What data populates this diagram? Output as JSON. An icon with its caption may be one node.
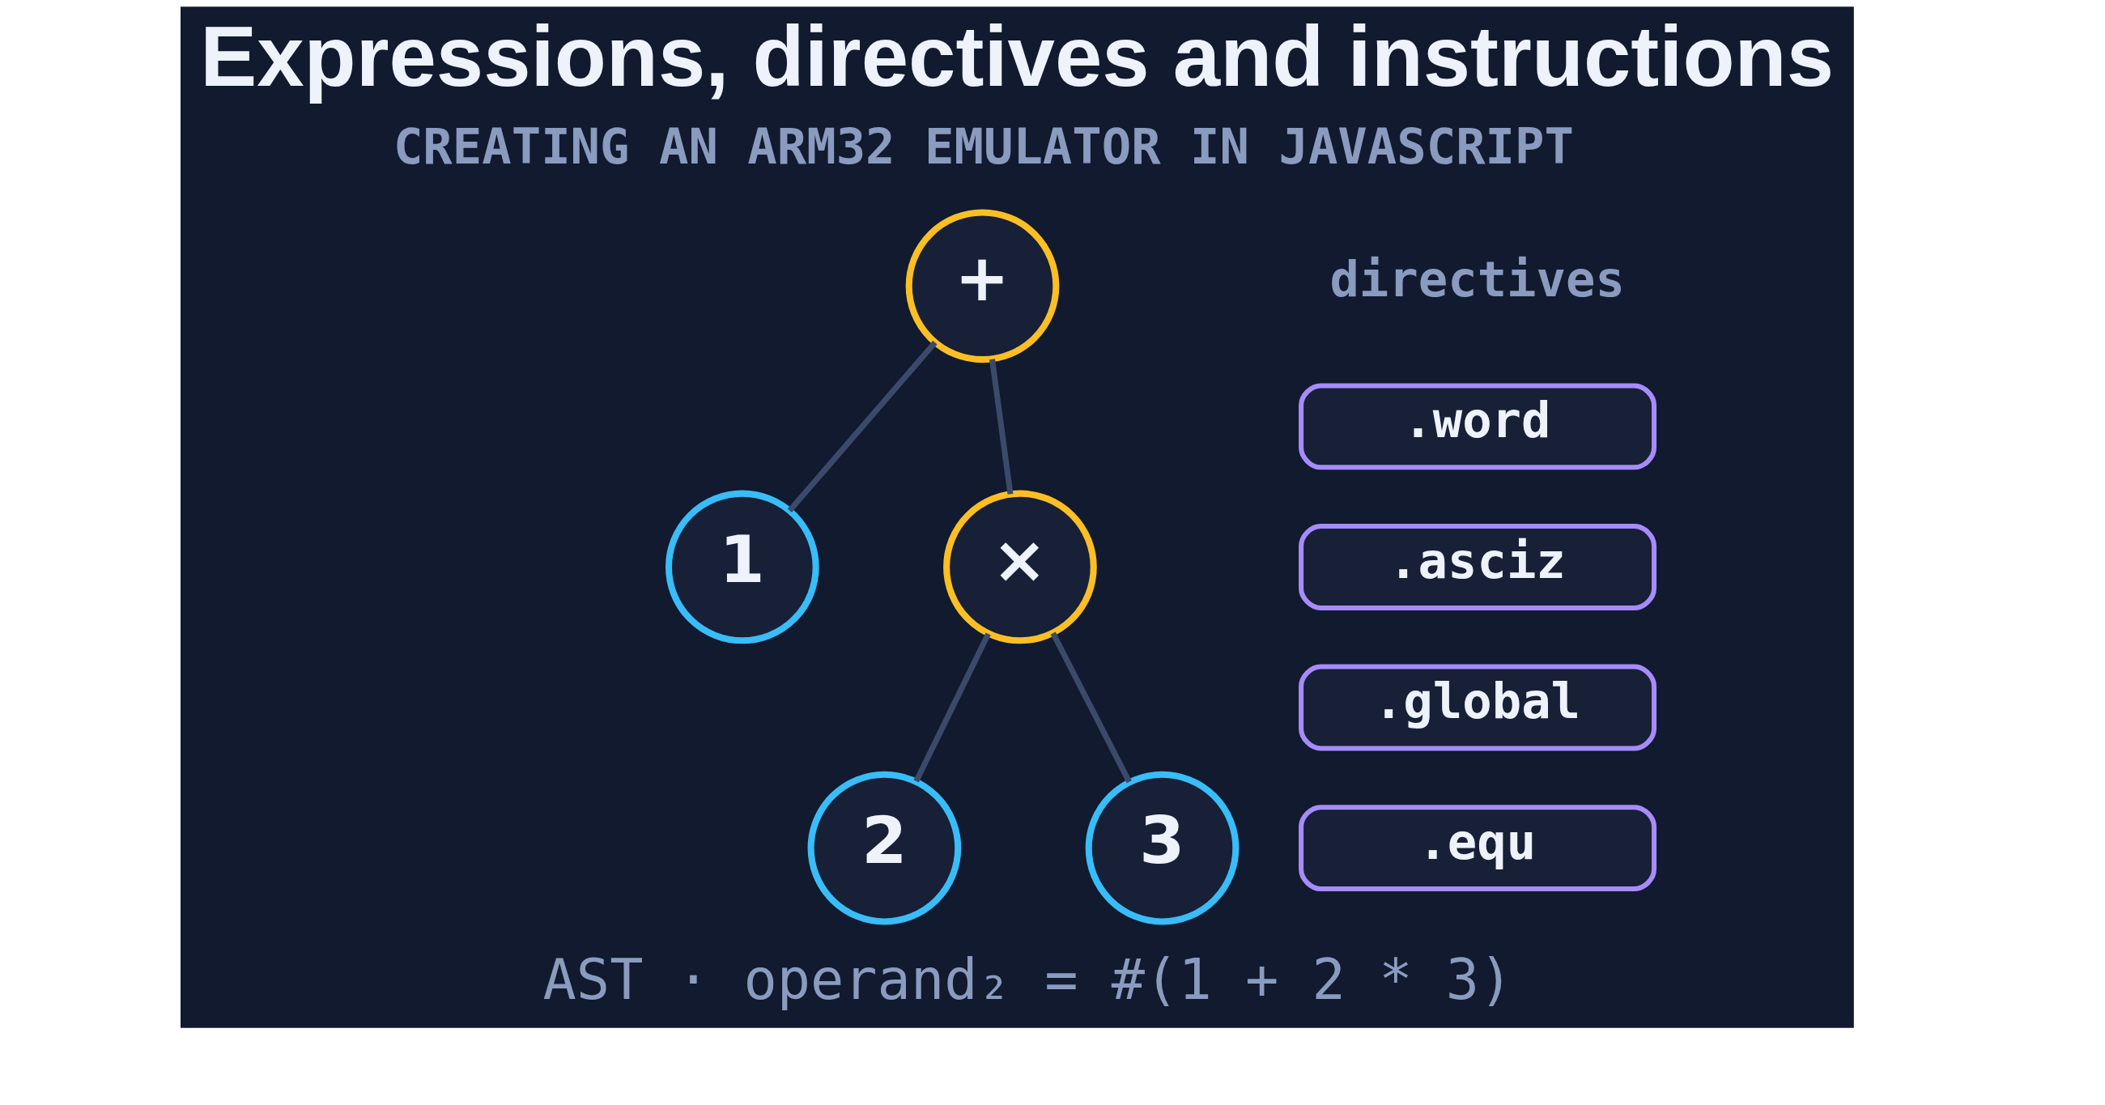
{
  "diagram": {
    "title": "Expressions, directives and instructions",
    "caption": "AST · operand₂ = #(1 + 2 * 3)",
    "nodes": [
      {
        "text": [
          "+"
        ]
      },
      {
        "text": [
          "1"
        ]
      },
      {
        "text": [
          "×"
        ]
      },
      {
        "text": [
          "2"
        ]
      },
      {
        "text": [
          "3"
        ]
      },
      {
        "text": [
          ".word"
        ]
      },
      {
        "text": [
          ".asciz"
        ]
      },
      {
        "text": [
          ".global"
        ]
      },
      {
        "text": [
          ".equ"
        ]
      }
    ],
    "edges": [
      {
        "from": 0,
        "to": 1,
        "arrow": "none"
      },
      {
        "from": 0,
        "to": 2,
        "arrow": "none"
      },
      {
        "from": 2,
        "to": 3,
        "arrow": "none"
      },
      {
        "from": 2,
        "to": 4,
        "arrow": "none"
      }
    ],
    "labels": [
      "CREATING AN ARM32 EMULATOR IN JAVASCRIPT",
      "directives"
    ]
  }
}
